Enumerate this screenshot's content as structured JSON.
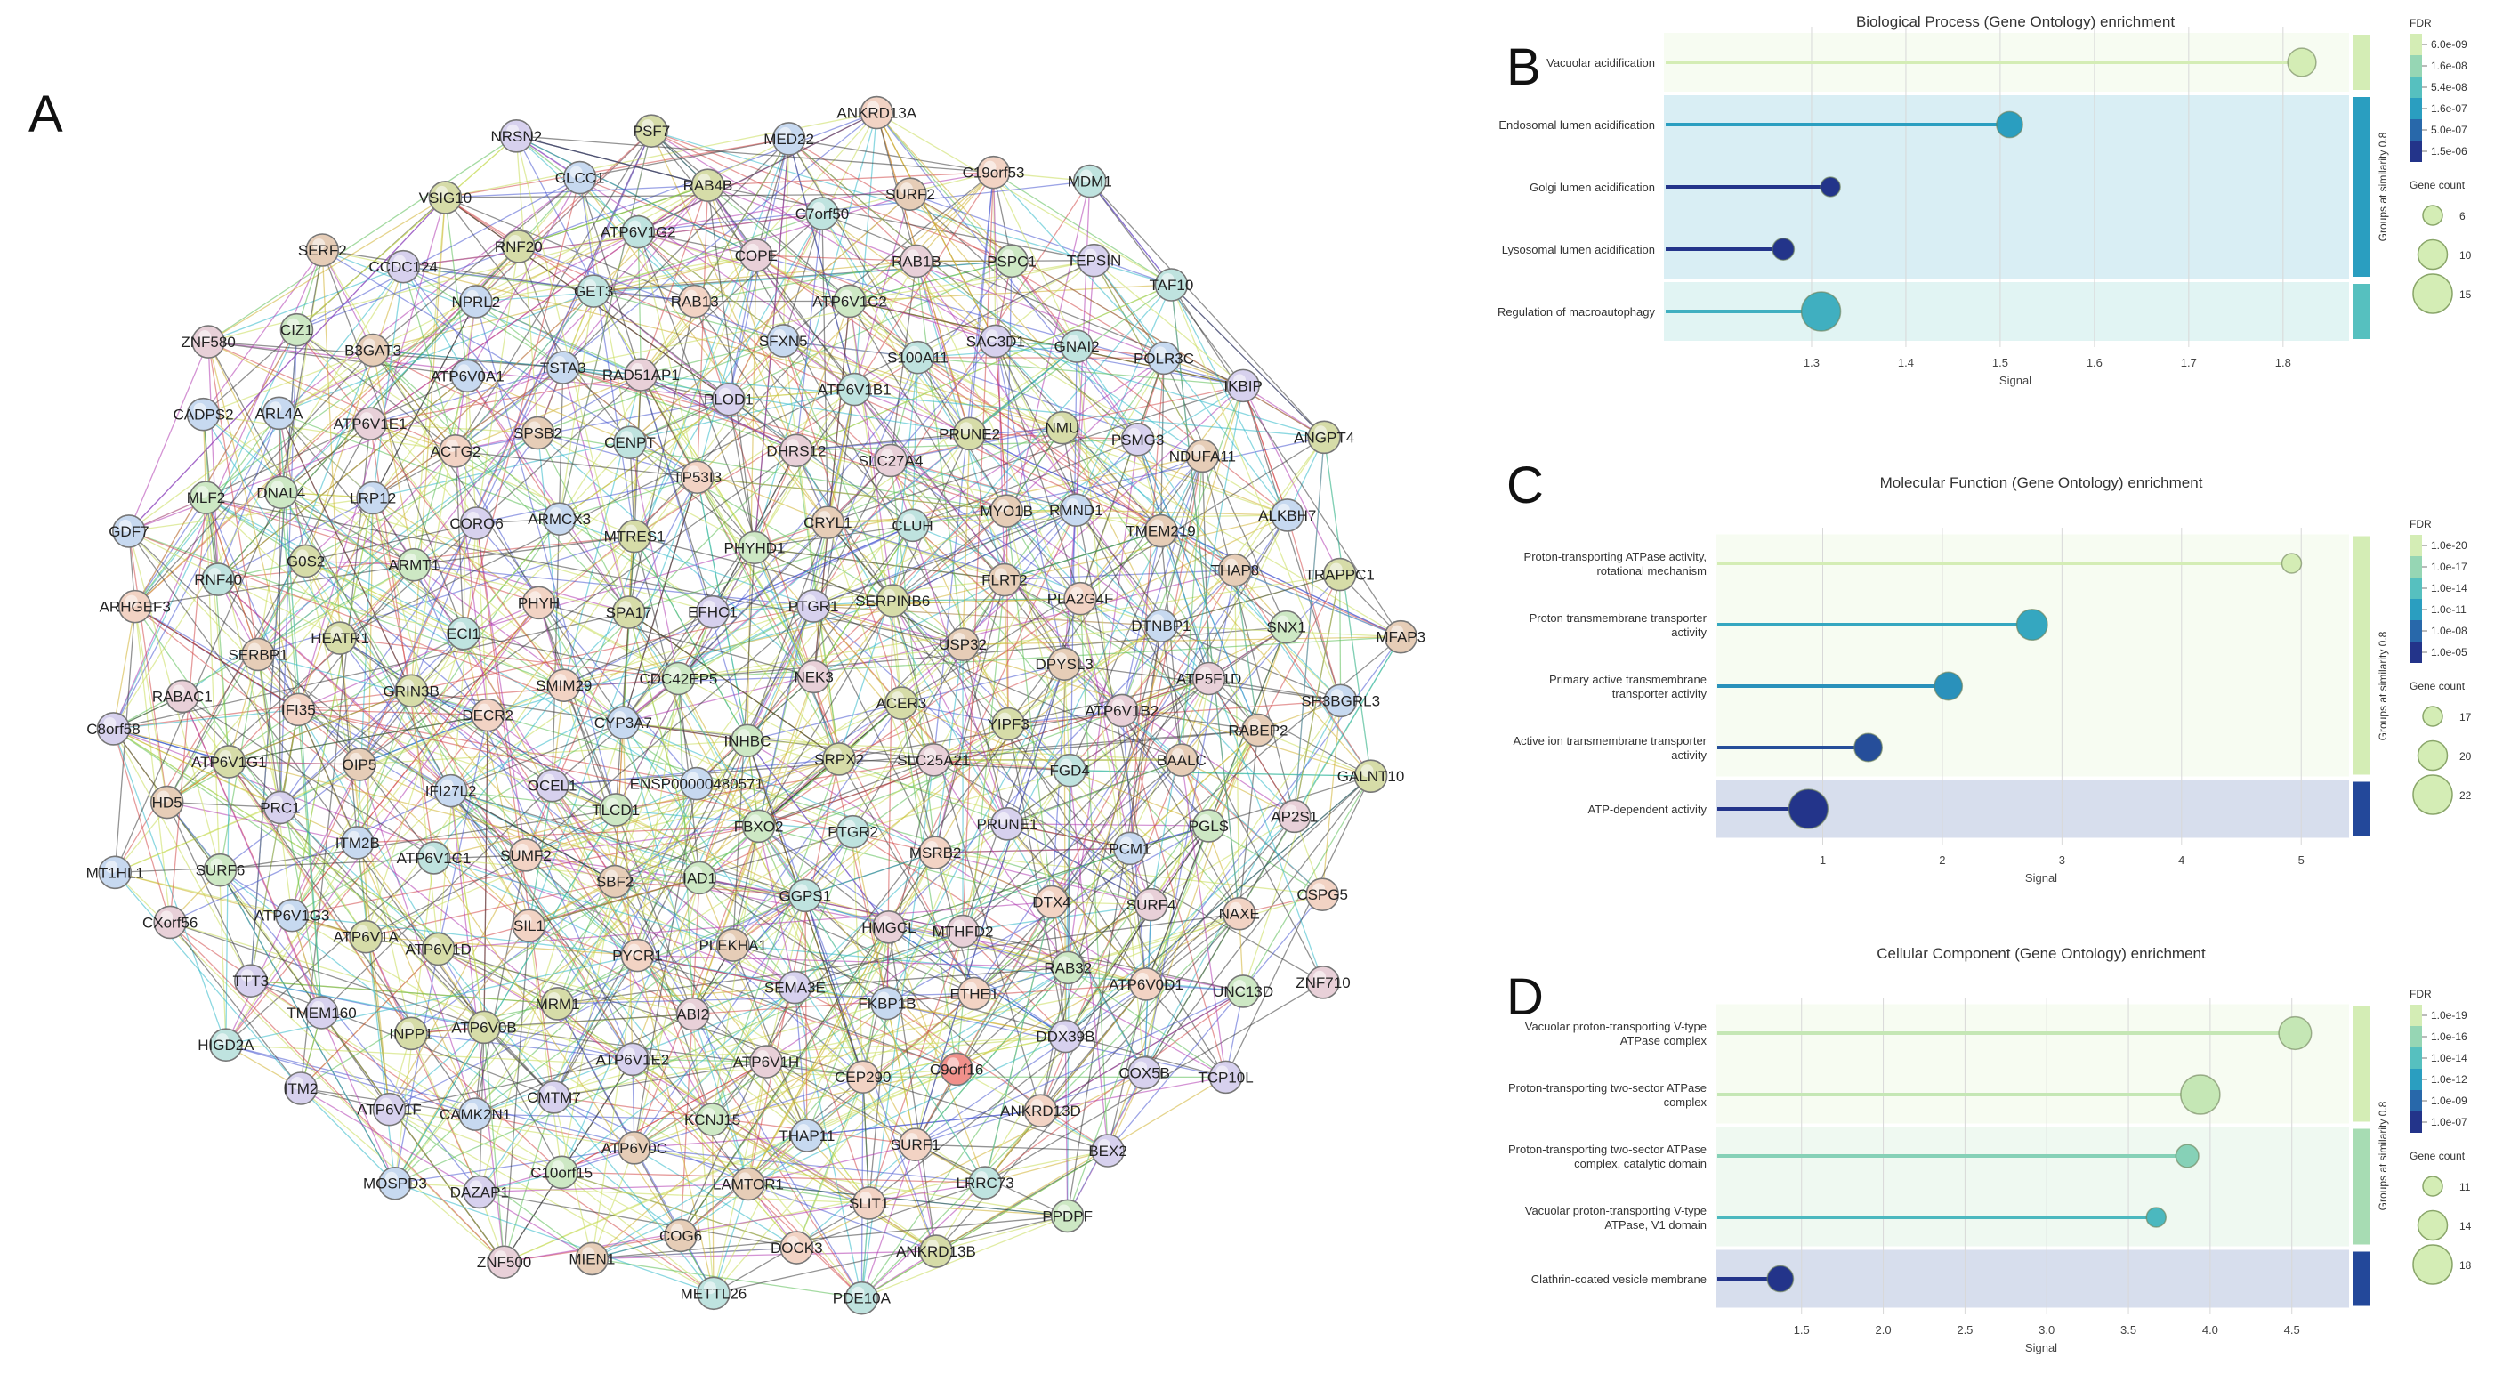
{
  "figure_labels": {
    "a": "A",
    "b": "B",
    "c": "C",
    "d": "D"
  },
  "network": {
    "nodes": [
      "INHBC",
      "CDC42EP5",
      "NEK3",
      "ENSP00000480571",
      "EFHC1",
      "SRPX2",
      "CYP3A7",
      "PTGR1",
      "FBXO2",
      "SPA17",
      "ACER3",
      "TLCD1",
      "PHYHD1",
      "PTGR2",
      "SMIM29",
      "SERPINB6",
      "IAD1",
      "MTRES1",
      "SLC25A21",
      "OCEL1",
      "CRYL1",
      "GGPS1",
      "PHYH",
      "USP32",
      "SBF2",
      "TP53I3",
      "MSRB2",
      "DECR2",
      "CLUH",
      "PLEKHA1",
      "ARMCX3",
      "YIPF3",
      "SUMF2",
      "DHRS12",
      "HMGCL",
      "ECI1",
      "FLRT2",
      "PYCR1",
      "CENPT",
      "PRUNE1",
      "IFI27L2",
      "SLC27A4",
      "SEMA3E",
      "CORO6",
      "DPYSL3",
      "SIL1",
      "PLOD1",
      "MTHFD2",
      "GRIN3B",
      "MYO1B",
      "ABI2",
      "SPSB2",
      "FGD4",
      "ATP6V1C1",
      "ATP6V1B1",
      "FKBP1B",
      "ARMT1",
      "PLA2G4F",
      "MRM1",
      "RAD51AP1",
      "DTX4",
      "OIP5",
      "PRUNE2",
      "ATP6V1H",
      "ACTG2",
      "ATP6V1B2",
      "ATP6V1D",
      "SFXN5",
      "ETHE1",
      "HEATR1",
      "RMND1",
      "ATP6V1E2",
      "TSTA3",
      "PCM1",
      "ITM2B",
      "S100A11",
      "CEP290",
      "LRP12",
      "DTNBP1",
      "ATP6V0B",
      "RAB13",
      "RAB32",
      "IFI35",
      "NMU",
      "KCNJ15",
      "ATP6V0A1",
      "BAALC",
      "ATP6V1A",
      "ATP6V1C2",
      "C9orf16",
      "G0S2",
      "TMEM219",
      "CMTM7",
      "GET3",
      "SURF4",
      "PRC1",
      "SAC3D1",
      "THAP11",
      "ATP6V1E1",
      "ATP5F1D",
      "INPP1",
      "COPE",
      "DDX39B",
      "SERBP1",
      "PSMG3",
      "ATP6V0C",
      "NPRL2",
      "PGLS",
      "ATP6V1G3",
      "RAB1B",
      "SURF1",
      "DNAL4",
      "THAP8",
      "CAMK2N1",
      "ATP6V1G2",
      "ATP6V0D1",
      "ATP6V1G1",
      "GNAI2",
      "LAMTOR1",
      "B3GAT3",
      "RABEP2",
      "TMEM160",
      "C7orf50",
      "ANKRD13D",
      "RNF40",
      "NDUFA11",
      "C10orf15",
      "RNF20",
      "NAXE",
      "SURF6",
      "PSPC1",
      "SLIT1",
      "ARL4A",
      "SNX1",
      "ATP6V1F",
      "RAB4B",
      "COX5B",
      "RABAC1",
      "POLR3C",
      "COG6",
      "CCDC124",
      "AP2S1",
      "TTT3",
      "SURF2",
      "LRRC73",
      "MLF2",
      "ALKBH7",
      "DAZAP1",
      "CLCC1",
      "UNC13D",
      "HD5",
      "TEPSIN",
      "DOCK3",
      "CIZ1",
      "SH3BGRL3",
      "ITM2",
      "MED22",
      "BEX2",
      "ARHGEF3",
      "IKBIP",
      "MIEN1",
      "VSIG10",
      "CSPG5",
      "CXorf56",
      "C19orf53",
      "ANKRD13B",
      "CADPS2",
      "TRAPPC1",
      "MOSPD3",
      "PSF7",
      "TCP10L",
      "C8orf58",
      "TAF10",
      "METTL26",
      "SERF2",
      "GALNT10",
      "HIGD2A",
      "ANKRD13A",
      "PPDPF",
      "GDF7",
      "ANGPT4",
      "ZNF500",
      "NRSN2",
      "ZNF710",
      "MT1HL1",
      "MDM1",
      "PDE10A",
      "ZNF580",
      "MFAP3"
    ]
  },
  "panels": [
    {
      "id": "B",
      "chart_data": {
        "type": "scatter",
        "title": "Biological Process (Gene Ontology) enrichment",
        "xlabel": "Signal",
        "xlim": [
          1.2,
          1.87
        ],
        "xticks": [
          "1.3",
          "1.4",
          "1.5",
          "1.6",
          "1.7",
          "1.8"
        ],
        "categories": [
          "Vacuolar acidification",
          "Endosomal lumen acidification",
          "Golgi lumen acidification",
          "Lysosomal lumen acidification",
          "Regulation of macroautophagy"
        ],
        "values": [
          1.82,
          1.51,
          1.32,
          1.27,
          1.31
        ],
        "gene_count": [
          10,
          9,
          6,
          7,
          15
        ],
        "fdr_level": [
          0.0,
          0.6,
          1.0,
          1.0,
          0.5
        ],
        "group_label": "Groups at similarity 0.8",
        "groups": [
          {
            "rows": [
              0,
              0
            ],
            "color": "#d4edb5"
          },
          {
            "rows": [
              1,
              3
            ],
            "color": "#2a9ec0"
          },
          {
            "rows": [
              4,
              4
            ],
            "color": "#56c0bf"
          }
        ],
        "legend": {
          "title": "FDR",
          "labels": [
            "6.0e-09",
            "1.6e-08",
            "5.4e-08",
            "1.6e-07",
            "5.0e-07",
            "1.5e-06"
          ],
          "size_title": "Gene count",
          "sizes": [
            "6",
            "10",
            "15"
          ]
        }
      }
    },
    {
      "id": "C",
      "chart_data": {
        "type": "scatter",
        "title": "Molecular Function (Gene Ontology) enrichment",
        "xlabel": "Signal",
        "xlim": [
          0.55,
          5.4
        ],
        "xticks": [
          "1",
          "2",
          "3",
          "4",
          "5"
        ],
        "categories": [
          "Proton-transporting ATPase activity,|rotational mechanism",
          "Proton transmembrane transporter|activity",
          "Primary active transmembrane|transporter activity",
          "Active ion transmembrane transporter|activity",
          "ATP-dependent activity"
        ],
        "values": [
          4.92,
          2.75,
          2.05,
          1.38,
          0.88
        ],
        "gene_count": [
          15,
          19,
          18,
          18,
          22
        ],
        "fdr_level": [
          0.0,
          0.55,
          0.65,
          0.9,
          1.0
        ],
        "group_label": "Groups at similarity 0.8",
        "groups": [
          {
            "rows": [
              0,
              3
            ],
            "color": "#d4edb5"
          },
          {
            "rows": [
              4,
              4
            ],
            "color": "#23489a"
          }
        ],
        "legend": {
          "title": "FDR",
          "labels": [
            "1.0e-20",
            "1.0e-17",
            "1.0e-14",
            "1.0e-11",
            "1.0e-08",
            "1.0e-05"
          ],
          "size_title": "Gene count",
          "sizes": [
            "17",
            "20",
            "22"
          ]
        }
      }
    },
    {
      "id": "D",
      "chart_data": {
        "type": "scatter",
        "title": "Cellular Component (Gene Ontology) enrichment",
        "xlabel": "Signal",
        "xlim": [
          1.3,
          4.85
        ],
        "xticks": [
          "1.5",
          "2.0",
          "2.5",
          "3.0",
          "3.5",
          "4.0",
          "4.5"
        ],
        "categories": [
          "Vacuolar proton-transporting V-type|ATPase complex",
          "Proton-transporting two-sector ATPase|complex",
          "Proton-transporting two-sector ATPase|complex, catalytic domain",
          "Vacuolar proton-transporting V-type|ATPase, V1 domain",
          "Clathrin-coated vesicle membrane"
        ],
        "values": [
          4.52,
          3.94,
          3.86,
          3.67,
          1.37
        ],
        "gene_count": [
          16,
          18,
          13,
          12,
          14
        ],
        "fdr_level": [
          0.05,
          0.05,
          0.25,
          0.45,
          1.0
        ],
        "group_label": "Groups at similarity 0.8",
        "groups": [
          {
            "rows": [
              0,
              1
            ],
            "color": "#d4edb5"
          },
          {
            "rows": [
              2,
              3
            ],
            "color": "#a7dcb3"
          },
          {
            "rows": [
              4,
              4
            ],
            "color": "#23489a"
          }
        ],
        "legend": {
          "title": "FDR",
          "labels": [
            "1.0e-19",
            "1.0e-16",
            "1.0e-14",
            "1.0e-12",
            "1.0e-09",
            "1.0e-07"
          ],
          "size_title": "Gene count",
          "sizes": [
            "11",
            "14",
            "18"
          ]
        }
      }
    }
  ]
}
